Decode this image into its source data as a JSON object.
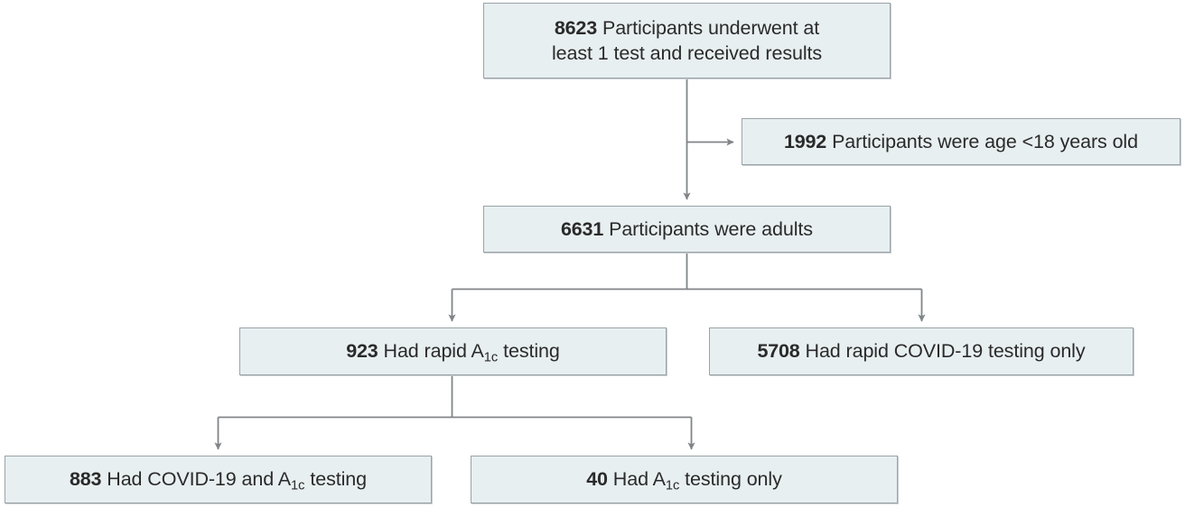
{
  "diagram": {
    "type": "participant-flow-diagram",
    "colors": {
      "node_fill": "#e8eff1",
      "node_border": "#9aa3a8",
      "connector": "#808588",
      "text": "#2a2a2a",
      "background": "#ffffff"
    },
    "nodes": [
      {
        "id": "total",
        "count": "8623",
        "label_line1": "Participants underwent at",
        "label_line2": "least 1 test and received results",
        "label_plain": "Participants underwent at least 1 test and received results"
      },
      {
        "id": "excluded",
        "count": "1992",
        "label_plain": "Participants were age <18 years old"
      },
      {
        "id": "adults",
        "count": "6631",
        "label_plain": "Participants were adults"
      },
      {
        "id": "a1c",
        "count": "923",
        "label_before": "Had rapid A",
        "label_sub": "1c",
        "label_after": " testing",
        "label_plain": "Had rapid A1c testing"
      },
      {
        "id": "covid-only",
        "count": "5708",
        "label_plain": "Had rapid COVID-19 testing only"
      },
      {
        "id": "both",
        "count": "883",
        "label_before": "Had COVID-19 and A",
        "label_sub": "1c",
        "label_after": " testing",
        "label_plain": "Had COVID-19 and A1c testing"
      },
      {
        "id": "a1c-only",
        "count": "40",
        "label_before": "Had A",
        "label_sub": "1c",
        "label_after": " testing only",
        "label_plain": "Had A1c testing only"
      }
    ],
    "edges": [
      {
        "from": "total",
        "to": "excluded",
        "style": "elbow-right-arrow"
      },
      {
        "from": "total",
        "to": "adults",
        "style": "straight-down-arrow"
      },
      {
        "from": "adults",
        "to": "a1c",
        "style": "split-left-arrow"
      },
      {
        "from": "adults",
        "to": "covid-only",
        "style": "split-right-arrow"
      },
      {
        "from": "a1c",
        "to": "both",
        "style": "split-left-arrow"
      },
      {
        "from": "a1c",
        "to": "a1c-only",
        "style": "split-right-arrow"
      }
    ]
  }
}
